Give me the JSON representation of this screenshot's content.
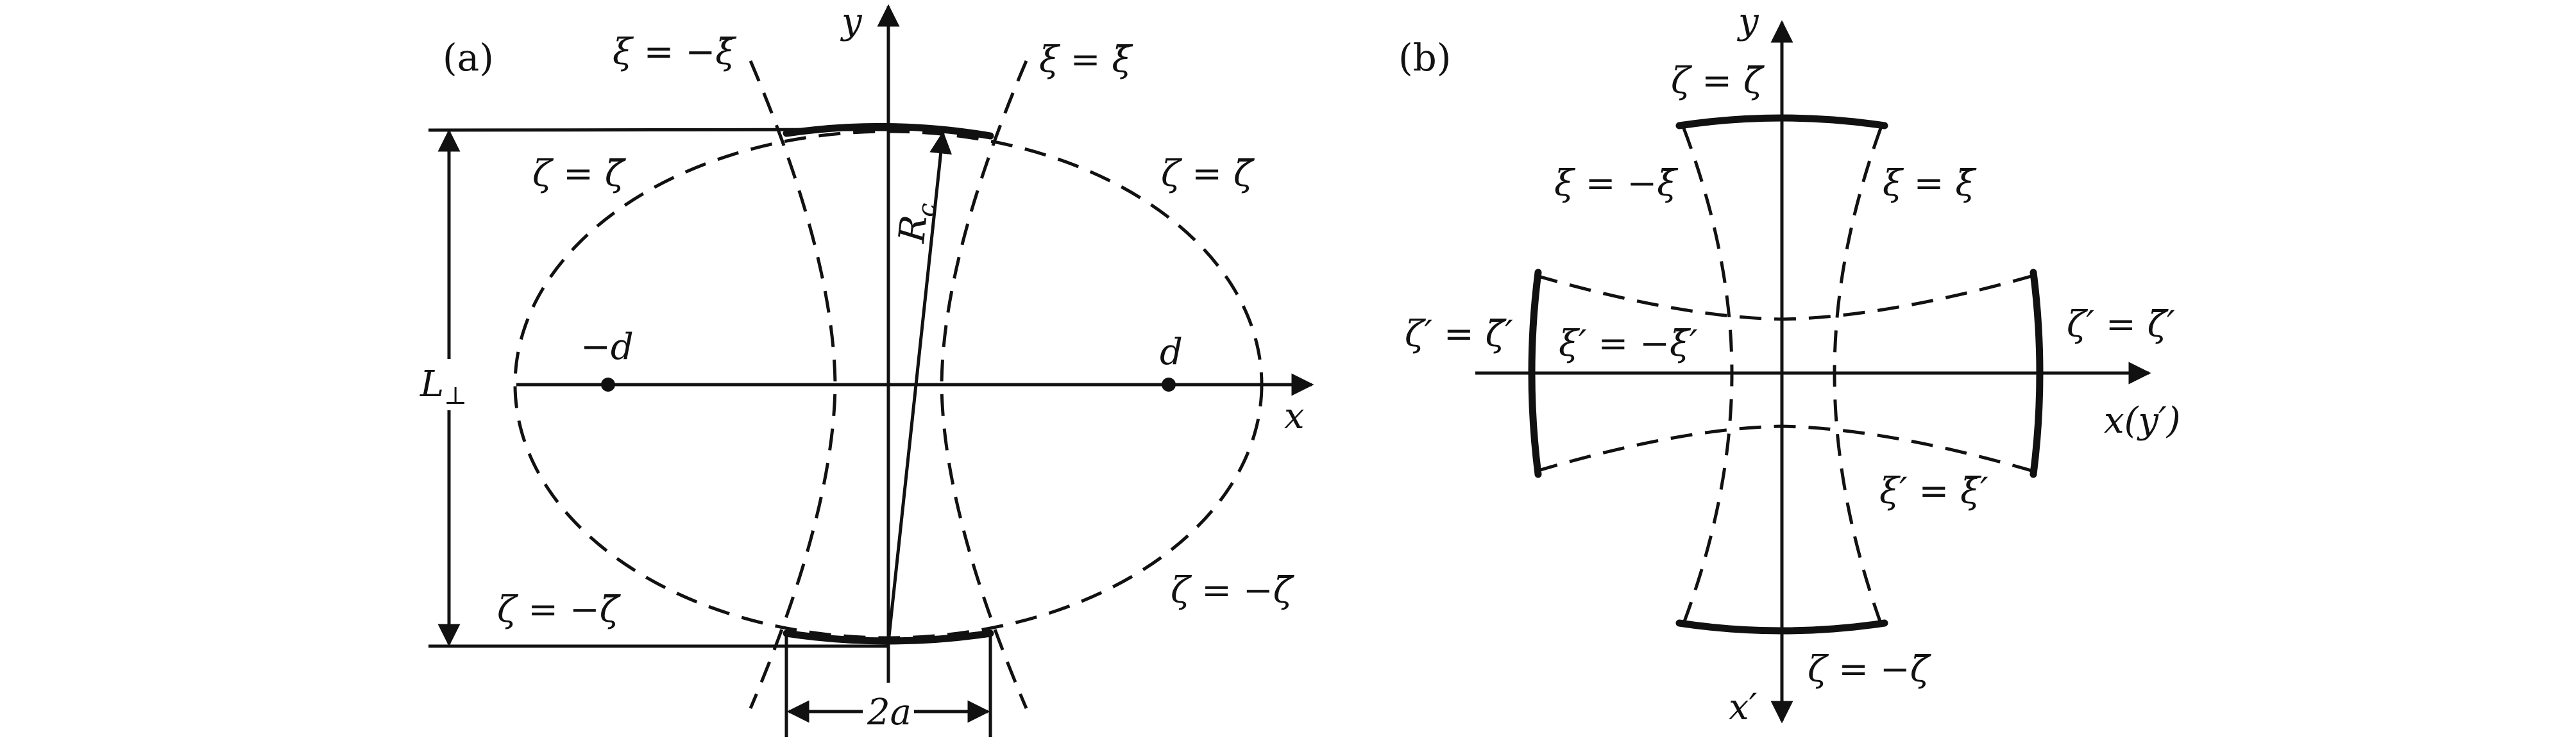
{
  "panel_a": {
    "tag": "(a)",
    "axis_x": "x",
    "axis_y": "y",
    "labels": {
      "xi_neg": "ξ = −ξ̄",
      "xi_pos": "ξ = ξ̄",
      "zeta_top_left": "ζ = ζ̄",
      "zeta_top_right": "ζ = ζ̄",
      "zeta_bottom_left": "ζ = −ζ̄",
      "zeta_bottom_right": "ζ = −ζ̄",
      "rc": "R",
      "rc_sub": "c",
      "l_perp": "L",
      "l_perp_sub": "⊥",
      "neg_d": "−d",
      "d": "d",
      "two_a": "2a"
    }
  },
  "panel_b": {
    "tag": "(b)",
    "axis_x": "x(y′)",
    "axis_y": "y",
    "axis_x_prime": "x′",
    "labels": {
      "zeta_top": "ζ = ζ̄",
      "zeta_bottom": "ζ = −ζ̄",
      "xi_neg": "ξ = −ξ̄",
      "xi_pos": "ξ = ξ̄",
      "zeta_prime_left": "ζ′ = ζ̄′",
      "zeta_prime_right": "ζ′ = ζ̄′",
      "xi_prime_neg": "ξ′ = −ξ̄′",
      "xi_prime_pos": "ξ′ = ξ̄′"
    }
  },
  "colors": {
    "ink": "#111111",
    "background": "#ffffff"
  }
}
